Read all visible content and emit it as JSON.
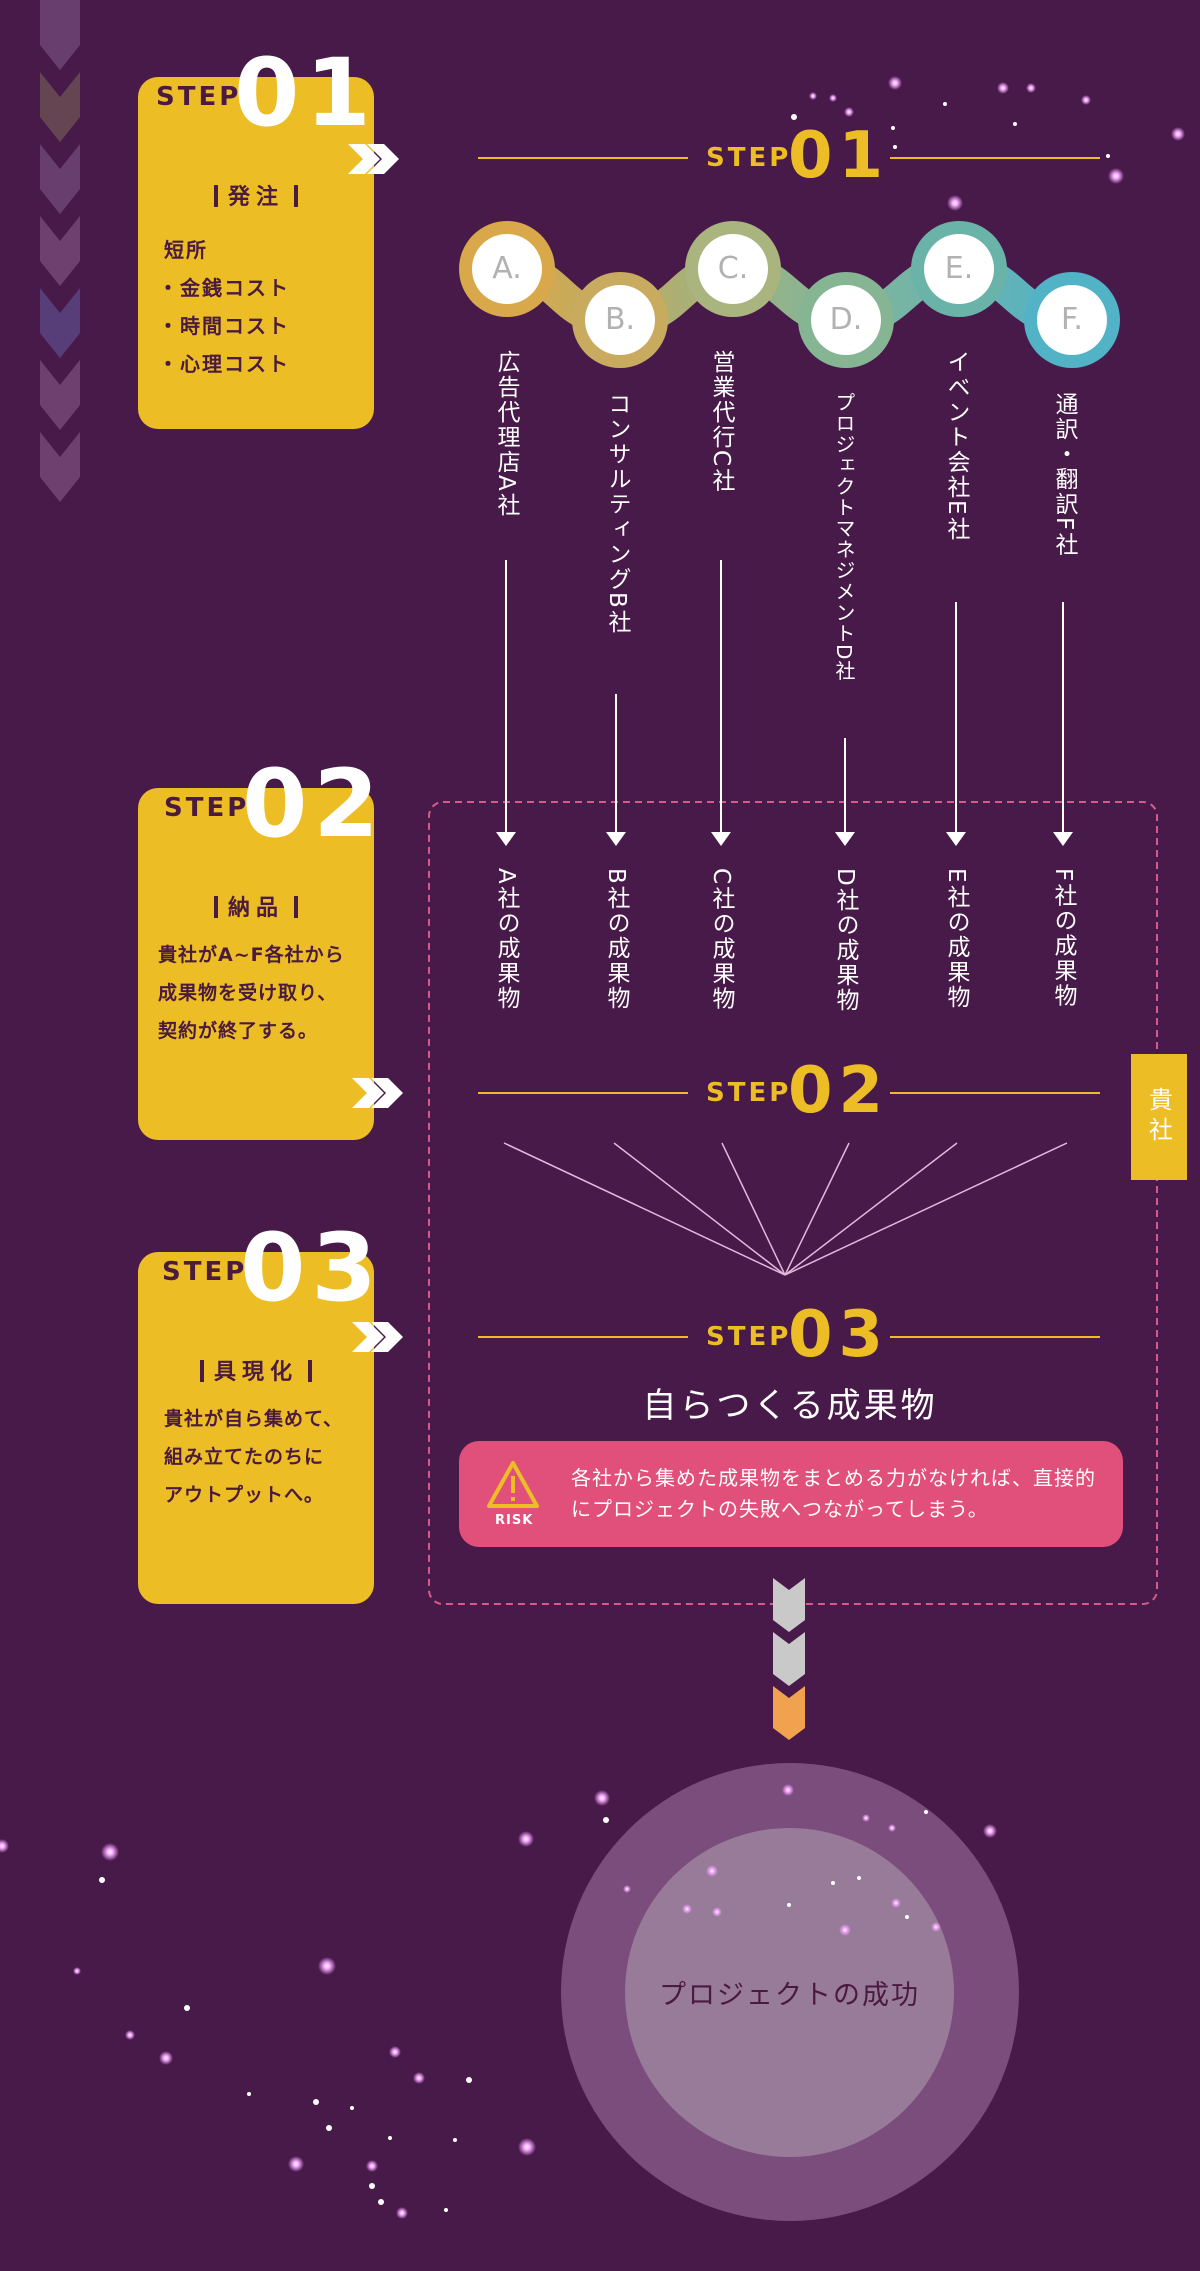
{
  "steps": [
    {
      "label": "STEP",
      "number": "01",
      "heading": "発注",
      "lines": [
        "短所",
        "・金銭コスト",
        "・時間コスト",
        "・心理コスト"
      ]
    },
    {
      "label": "STEP",
      "number": "02",
      "heading": "納品",
      "lines": [
        "貴社がA~F各社から",
        "成果物を受け取り、",
        "契約が終了する。"
      ]
    },
    {
      "label": "STEP",
      "number": "03",
      "heading": "具現化",
      "lines": [
        "貴社が自ら集めて、",
        "組み立てたのちに",
        "アウトプットへ。"
      ]
    }
  ],
  "companies": [
    {
      "letter": "A.",
      "name": "広告代理店A社",
      "deliverable": "A社の成果物",
      "color": "#d9a84a"
    },
    {
      "letter": "B.",
      "name": "コンサルティングB社",
      "deliverable": "B社の成果物",
      "color": "#c9ab60"
    },
    {
      "letter": "C.",
      "name": "営業代行C社",
      "deliverable": "C社の成果物",
      "color": "#a9b47e"
    },
    {
      "letter": "D.",
      "name": "プロジェクトマネジメントD社",
      "deliverable": "D社の成果物",
      "color": "#86b594"
    },
    {
      "letter": "E.",
      "name": "イベント会社E社",
      "deliverable": "E社の成果物",
      "color": "#6ab3a8"
    },
    {
      "letter": "F.",
      "name": "通訳・翻訳F社",
      "deliverable": "F社の成果物",
      "color": "#52b3c6"
    }
  ],
  "client_label": "貴社",
  "own_deliverable": "自らつくる成果物",
  "risk": {
    "label": "RISK",
    "text": "各社から集めた成果物をまとめる力がなければ、直接的にプロジェクトの失敗へつながってしまう。"
  },
  "goal": "プロジェクトの成功",
  "colors": {
    "background": "#481a49",
    "accent": "#ecbd24",
    "risk": "#e14f7b",
    "dashed_frame": "#d45a8a"
  }
}
